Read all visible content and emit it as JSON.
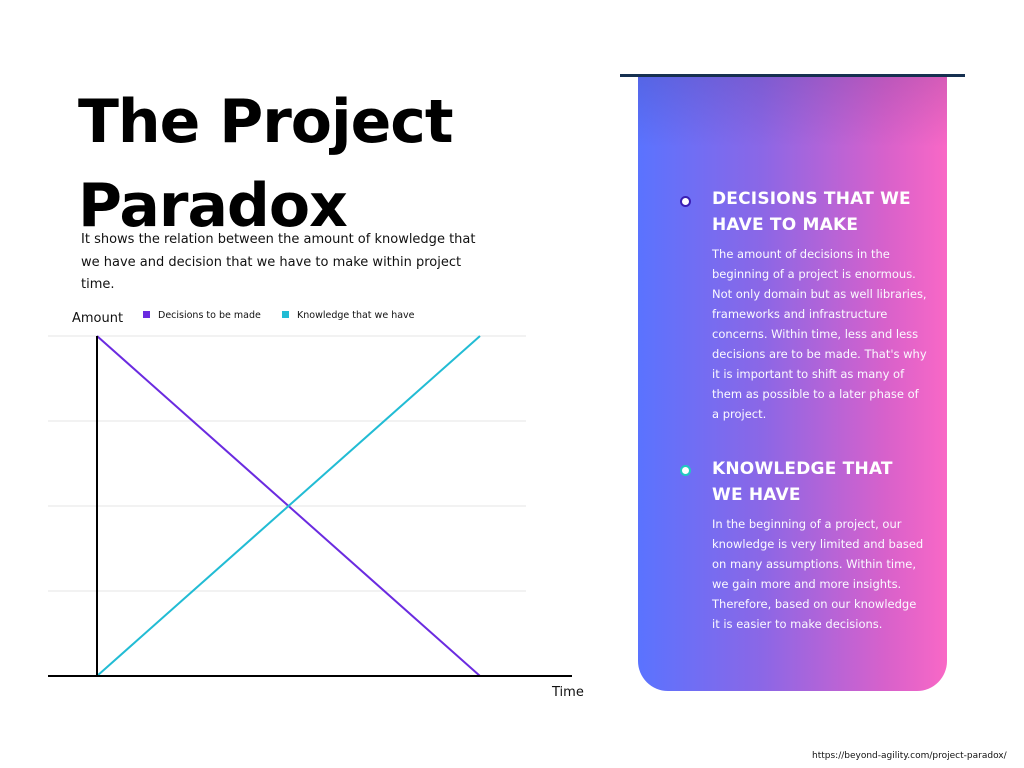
{
  "title": "The Project Paradox",
  "subtitle": "It shows the relation between the amount of knowledge that we have and decision that we have to make within project time.",
  "chart_data": {
    "type": "line",
    "x": [
      0,
      1
    ],
    "xlabel": "Time",
    "ylabel": "Amount",
    "grid": true,
    "legend": "top",
    "series": [
      {
        "name": "Decisions to be made",
        "values": [
          1,
          0
        ],
        "color": "#6b2be0"
      },
      {
        "name": "Knowledge that we have",
        "values": [
          0,
          1
        ],
        "color": "#22bcd4"
      }
    ]
  },
  "panel": {
    "sections": [
      {
        "heading": "DECISIONS THAT WE HAVE TO MAKE",
        "body": "The amount of decisions in the beginning of a project is enormous. Not only domain but as well libraries, frameworks and infrastructure concerns. Within time, less and less decisions are to be made. That's why it is important to shift as many of them as possible to a later phase of a project.",
        "bullet_color": "#3a1fb5"
      },
      {
        "heading": "KNOWLEDGE THAT WE HAVE",
        "body": "In the beginning of a project, our knowledge is very limited and based on many assumptions. Within time, we gain more and more insights. Therefore, based on our knowledge it is easier to make decisions.",
        "bullet_color": "#1fc8c0"
      }
    ]
  },
  "source_url": "https://beyond-agility.com/project-paradox/"
}
